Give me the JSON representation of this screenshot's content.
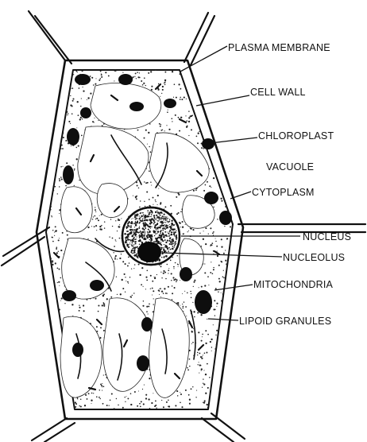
{
  "labels": [
    "PLASMA MEMBRANE",
    "CELL WALL",
    "CHLOROPLAST",
    "VACUOLE",
    "CYTOPLASM",
    "NUCLEUS",
    "NUCLEOLUS",
    "MITOCHONDRIA",
    "LIPOID GRANULES"
  ],
  "colors": {
    "ink": "#111111",
    "paper": "#ffffff"
  }
}
